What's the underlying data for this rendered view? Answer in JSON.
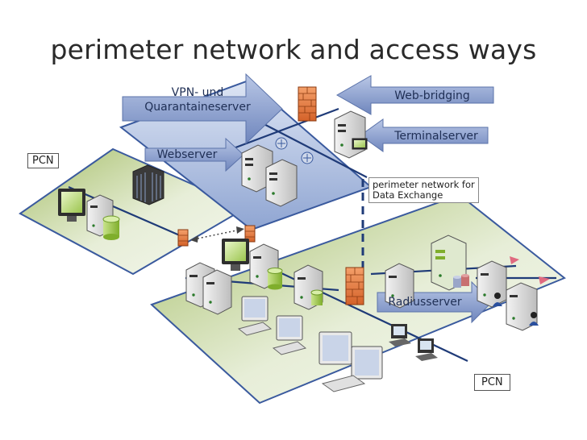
{
  "title": "perimeter network and access ways",
  "labels": {
    "vpn_line1": "VPN- und",
    "vpn_line2": "Quarantaineserver",
    "web_bridging": "Web-bridging",
    "terminalserver": "Terminalserver",
    "webserver": "Webserver",
    "pcn_left": "PCN",
    "pcn_bottom": "PCN",
    "perimeter_line1": "perimeter network for",
    "perimeter_line2": "Data Exchange",
    "radiusserver": "Radiusserver"
  },
  "colors": {
    "arrow_fill": "#7e93c4",
    "dmz_plane": "#a9badc",
    "pcn_plane": "#d6e4bf",
    "firewall": "#e07a3c",
    "server_green": "#8dc63f",
    "link_blue": "#1f3b78"
  }
}
